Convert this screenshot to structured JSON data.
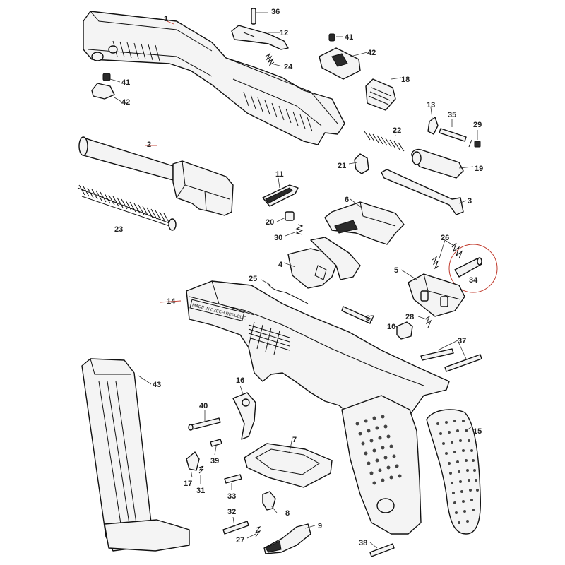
{
  "diagram": {
    "callouts": [
      {
        "id": "c1",
        "num": "1"
      },
      {
        "id": "c2",
        "num": "2"
      },
      {
        "id": "c3",
        "num": "3"
      },
      {
        "id": "c4",
        "num": "4"
      },
      {
        "id": "c5",
        "num": "5"
      },
      {
        "id": "c6",
        "num": "6"
      },
      {
        "id": "c7",
        "num": "7"
      },
      {
        "id": "c8",
        "num": "8"
      },
      {
        "id": "c9",
        "num": "9"
      },
      {
        "id": "c10",
        "num": "10"
      },
      {
        "id": "c11",
        "num": "11"
      },
      {
        "id": "c12",
        "num": "12"
      },
      {
        "id": "c13",
        "num": "13"
      },
      {
        "id": "c14",
        "num": "14"
      },
      {
        "id": "c15",
        "num": "15"
      },
      {
        "id": "c16",
        "num": "16"
      },
      {
        "id": "c17",
        "num": "17"
      },
      {
        "id": "c18",
        "num": "18"
      },
      {
        "id": "c19",
        "num": "19"
      },
      {
        "id": "c20",
        "num": "20"
      },
      {
        "id": "c21",
        "num": "21"
      },
      {
        "id": "c22",
        "num": "22"
      },
      {
        "id": "c23",
        "num": "23"
      },
      {
        "id": "c24",
        "num": "24"
      },
      {
        "id": "c25",
        "num": "25"
      },
      {
        "id": "c26",
        "num": "26"
      },
      {
        "id": "c27",
        "num": "27"
      },
      {
        "id": "c28",
        "num": "28"
      },
      {
        "id": "c29",
        "num": "29"
      },
      {
        "id": "c30",
        "num": "30"
      },
      {
        "id": "c31",
        "num": "31"
      },
      {
        "id": "c32",
        "num": "32"
      },
      {
        "id": "c33",
        "num": "33"
      },
      {
        "id": "c34",
        "num": "34"
      },
      {
        "id": "c35",
        "num": "35"
      },
      {
        "id": "c36",
        "num": "36"
      },
      {
        "id": "c37a",
        "num": "37"
      },
      {
        "id": "c37b",
        "num": "37"
      },
      {
        "id": "c38",
        "num": "38"
      },
      {
        "id": "c39",
        "num": "39"
      },
      {
        "id": "c40",
        "num": "40"
      },
      {
        "id": "c41a",
        "num": "41"
      },
      {
        "id": "c41b",
        "num": "41"
      },
      {
        "id": "c42a",
        "num": "42"
      },
      {
        "id": "c42b",
        "num": "42"
      },
      {
        "id": "c43",
        "num": "43"
      }
    ],
    "frame_engraving": "MADE IN CZECH REPUBLIC",
    "highlight_color": "#c0392b"
  }
}
